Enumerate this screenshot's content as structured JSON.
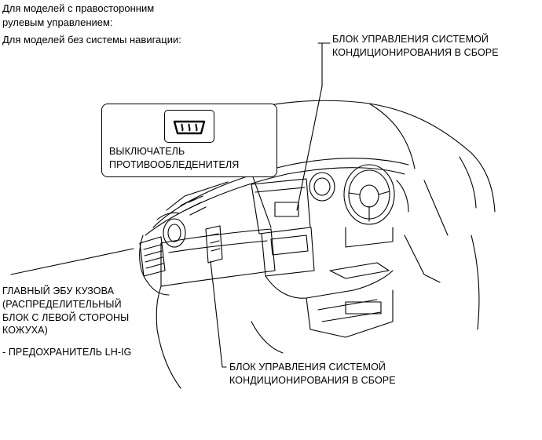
{
  "header": {
    "line1": "Для моделей с правосторонним",
    "line2": "рулевым управлением:",
    "line3": "Для моделей без системы навигации:"
  },
  "callouts": {
    "ac_top_1": "БЛОК УПРАВЛЕНИЯ СИСТЕМОЙ",
    "ac_top_2": "КОНДИЦИОНИРОВАНИЯ В СБОРЕ",
    "switch_1": "ВЫКЛЮЧАТЕЛЬ",
    "switch_2": "ПРОТИВООБЛЕДЕНИТЕЛЯ",
    "ecu_1": "ГЛАВНЫЙ ЭБУ КУЗОВА",
    "ecu_2": "(РАСПРЕДЕЛИТЕЛЬНЫЙ",
    "ecu_3": "БЛОК С ЛЕВОЙ СТОРОНЫ",
    "ecu_4": "КОЖУХА)",
    "fuse": "- ПРЕДОХРАНИТЕЛЬ LH-IG",
    "ac_bottom_1": "БЛОК УПРАВЛЕНИЯ СИСТЕМОЙ",
    "ac_bottom_2": "КОНДИЦИОНИРОВАНИЯ В СБОРЕ"
  }
}
